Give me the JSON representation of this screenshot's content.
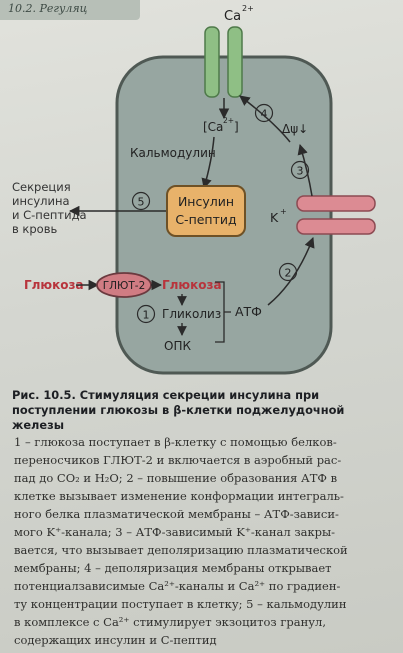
{
  "header": {
    "running_title": "10.2. Регуляц"
  },
  "diagram": {
    "ion_top": "Ca",
    "ion_top_charge": "2+",
    "ca_inside": "[Ca",
    "ca_inside_charge": "2+",
    "ca_inside_close": "]",
    "calmodulin": "Кальмодулин",
    "delta_psi": "Δψ↓",
    "step1": "1",
    "step2": "2",
    "step3": "3",
    "step4": "4",
    "step5": "5",
    "secretion_line1": "Секреция",
    "secretion_line2": "инсулина",
    "secretion_line3": "и С-пептида",
    "secretion_line4": "в кровь",
    "granule_line1": "Инсулин",
    "granule_line2": "С-пептид",
    "k_ion": "K",
    "k_charge": "+",
    "glucose_outside": "Глюкоза",
    "transporter": "ГЛЮТ-2",
    "glucose_inside": "Глюкоза",
    "glycolysis": "Гликолиз",
    "opk": "ОПК",
    "atp": "АТФ"
  },
  "caption": "Рис. 10.5. Стимуляция секреции инсулина при поступлении глюкозы в β-клетки поджелудочной железы",
  "legend_lines": [
    "1 – глюкоза поступает в β-клетку с помощью белков-",
    "переносчиков ГЛЮТ-2 и включается в аэробный рас-",
    "пад до CO₂ и H₂O; 2 – повышение образования АТФ в",
    "клетке вызывает изменение конформации интеграль-",
    "ного белка плазматической мембраны – АТФ-зависи-",
    "мого K⁺-канала; 3 – АТФ-зависимый K⁺-канал закры-",
    "вается, что вызывает деполяризацию плазматической",
    "мембраны; 4 – деполяризация мембраны открывает",
    "потенциалзависимые Ca²⁺-каналы и Ca²⁺ по градиен-",
    "ту концентрации поступает в клетку; 5 – кальмодулин",
    "в комплексе с Ca²⁺ стимулирует экзоцитоз гранул,",
    "содержащих инсулин и С-пептид"
  ],
  "colors": {
    "cell_fill": "#97a6a1",
    "cell_stroke": "#4f5954",
    "granule_fill": "#e8b26a",
    "ca_channel": "#8fbf85",
    "k_channel": "#dc8b93",
    "transporter_fill": "#d07c83",
    "glucose_red": "#b8343c"
  }
}
